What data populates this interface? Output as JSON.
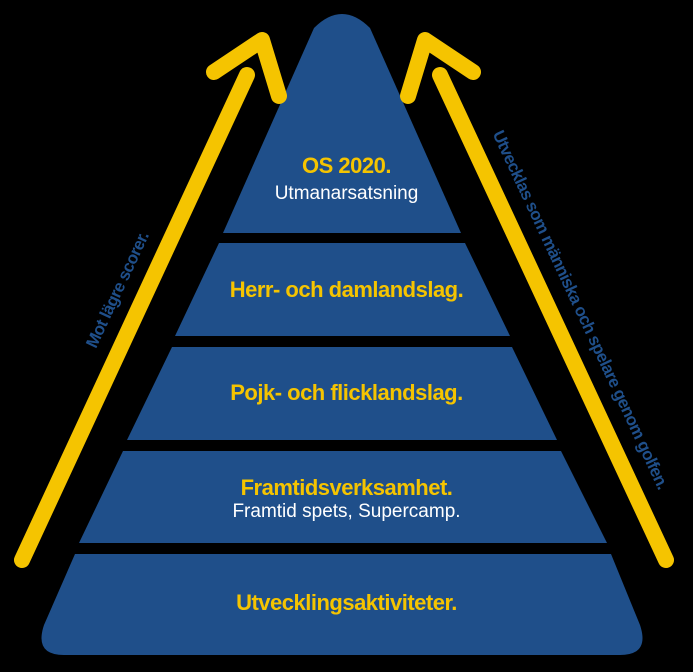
{
  "colors": {
    "background": "#000000",
    "tier_fill": "#1f4f8a",
    "arrow": "#f5c400",
    "title_text": "#f5c400",
    "subtitle_text": "#ffffff",
    "side_text": "#1f4f8a"
  },
  "tiers": [
    {
      "title": "OS 2020.",
      "subtitle": "Utmanarsatsning"
    },
    {
      "title": "Herr- och damlandslag.",
      "subtitle": ""
    },
    {
      "title": "Pojk- och flicklandslag.",
      "subtitle": ""
    },
    {
      "title": "Framtidsverksamhet.",
      "subtitle": "Framtid spets, Supercamp."
    },
    {
      "title": "Utvecklingsaktiviteter.",
      "subtitle": ""
    }
  ],
  "left_arrow": {
    "label": "Mot lägre scorer."
  },
  "right_arrow": {
    "label": "Utvecklas som människa och spelare genom golfen."
  }
}
